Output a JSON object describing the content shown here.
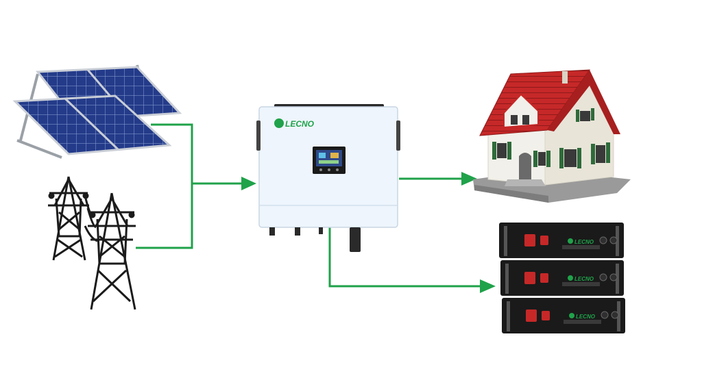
{
  "inverter": {
    "brand": "LECNO"
  },
  "battery": {
    "brand": "LECNO",
    "modules": 3
  },
  "colors": {
    "connector": "#1fa24a",
    "solar_panel": "#243b8a",
    "inverter_body": "#eef5fc",
    "house_roof": "#c62828",
    "house_wall": "#f2f0ea",
    "house_trim": "#2e6b3a",
    "battery_body": "#1a1a1a",
    "battery_accent": "#c62828",
    "brand_green": "#1fa24a"
  },
  "icons": [
    "solar-panel-icon",
    "transmission-tower-icon",
    "inverter-icon",
    "house-icon",
    "battery-rack-icon",
    "arrow-icon"
  ]
}
